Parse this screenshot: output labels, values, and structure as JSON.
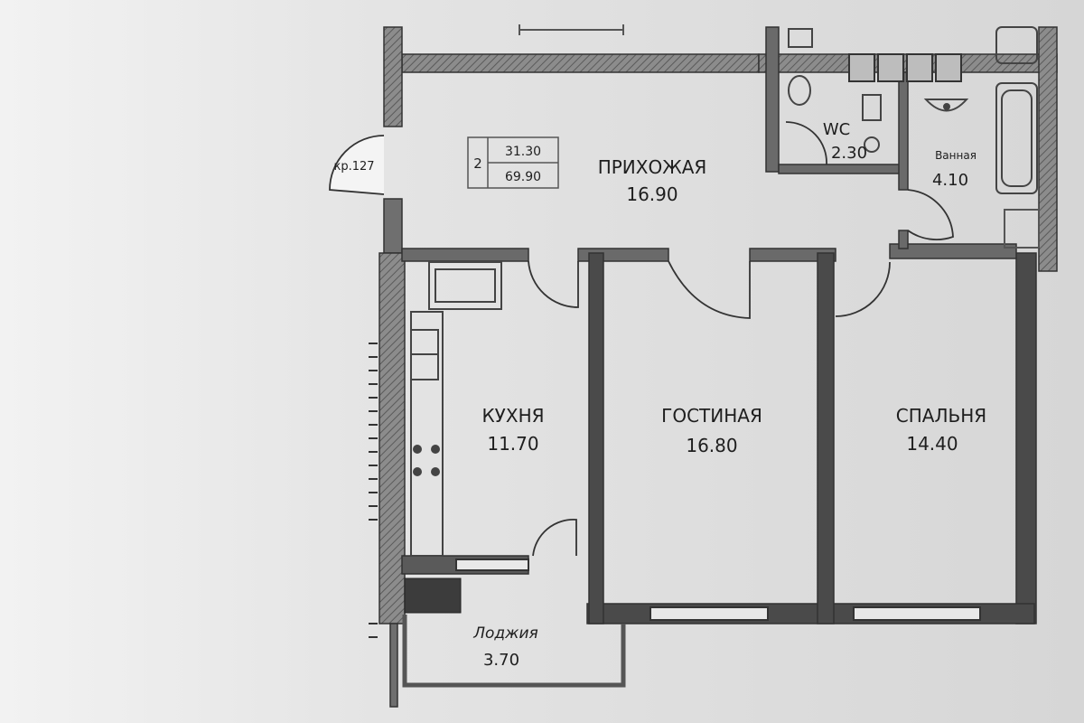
{
  "colors": {
    "paper": "#dcdcdc",
    "wall": "#6f6f6f",
    "wall_dark": "#2f2f2f",
    "hatch": "#9a9a9a",
    "fixture": "#555555",
    "text": "#1e1e1e"
  },
  "scale_label": "",
  "apartment_badge": {
    "rooms": "2",
    "living_area": "31.30",
    "total_area": "69.90"
  },
  "entrance": {
    "label": "кр.127"
  },
  "rooms": [
    {
      "id": "hall",
      "name": "ПРИХОЖАЯ",
      "area": "16.90"
    },
    {
      "id": "wc",
      "name": "WC",
      "area": "2.30"
    },
    {
      "id": "bath",
      "name": "Ванная",
      "area": "4.10"
    },
    {
      "id": "kitchen",
      "name": "КУХНЯ",
      "area": "11.70"
    },
    {
      "id": "living",
      "name": "ГОСТИНАЯ",
      "area": "16.80"
    },
    {
      "id": "bedroom",
      "name": "СПАЛЬНЯ",
      "area": "14.40"
    },
    {
      "id": "loggia",
      "name": "Лоджия",
      "area": "3.70"
    }
  ],
  "icons": [
    "wc-toilet-icon",
    "bathtub-icon",
    "sink-icon",
    "stove-icon",
    "door-swing-icon"
  ]
}
